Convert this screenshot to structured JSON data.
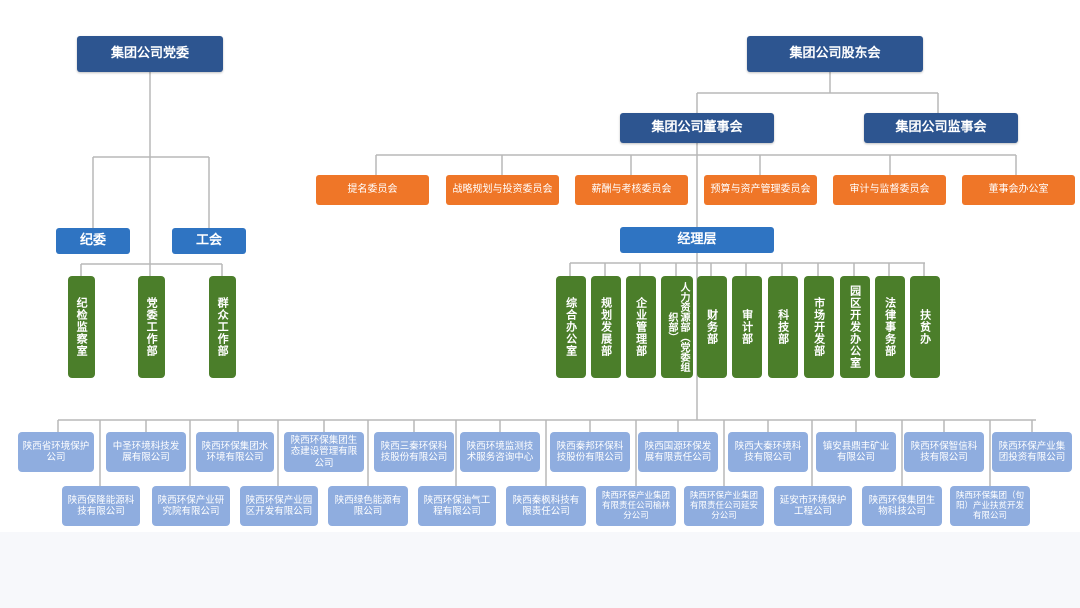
{
  "party": {
    "title": "集团公司党委",
    "discipline": "纪委",
    "union": "工会",
    "depts": [
      "纪检监察室",
      "党委工作部",
      "群众工作部"
    ]
  },
  "governance": {
    "shareholders": "集团公司股东会",
    "board": "集团公司董事会",
    "supervisors": "集团公司监事会",
    "committees": [
      "提名委员会",
      "战略规划与投资委员会",
      "薪酬与考核委员会",
      "预算与资产管理委员会",
      "审计与监督委员会",
      "董事会办公室"
    ],
    "management": "经理层",
    "departments": [
      "综合办公室",
      "规划发展部",
      "企业管理部",
      "人力资源部（党委组织部）",
      "财务部",
      "审计部",
      "科技部",
      "市场开发部",
      "园区开发办公室",
      "法律事务部",
      "扶贫办"
    ]
  },
  "subsidiaries": {
    "row1": [
      "陕西省环境保护公司",
      "中圣环境科技发展有限公司",
      "陕西环保集团水环境有限公司",
      "陕西环保集团生态建设管理有限公司",
      "陕西三秦环保科技股份有限公司",
      "陕西环境监测技术服务咨询中心",
      "陕西秦邦环保科技股份有限公司",
      "陕西国源环保发展有限责任公司",
      "陕西大秦环境科技有限公司",
      "镇安县鼎丰矿业有限公司",
      "陕西环保智信科技有限公司",
      "陕西环保产业集团投资有限公司"
    ],
    "row2": [
      "陕西保隆能源科技有限公司",
      "陕西环保产业研究院有限公司",
      "陕西环保产业园区开发有限公司",
      "陕西绿色能源有限公司",
      "陕西环保油气工程有限公司",
      "陕西秦枫科技有限责任公司",
      "陕西环保产业集团有限责任公司榆林分公司",
      "陕西环保产业集团有限责任公司延安分公司",
      "延安市环境保护工程公司",
      "陕西环保集团生物科技公司",
      "陕西环保集团（旬阳）产业扶贫开发有限公司"
    ]
  },
  "colors": {
    "navy": "#2d5590",
    "blue": "#2f74c2",
    "orange": "#ef7628",
    "green": "#4b7e2a",
    "lavender": "#8faddf",
    "line": "#b8b8b8"
  }
}
